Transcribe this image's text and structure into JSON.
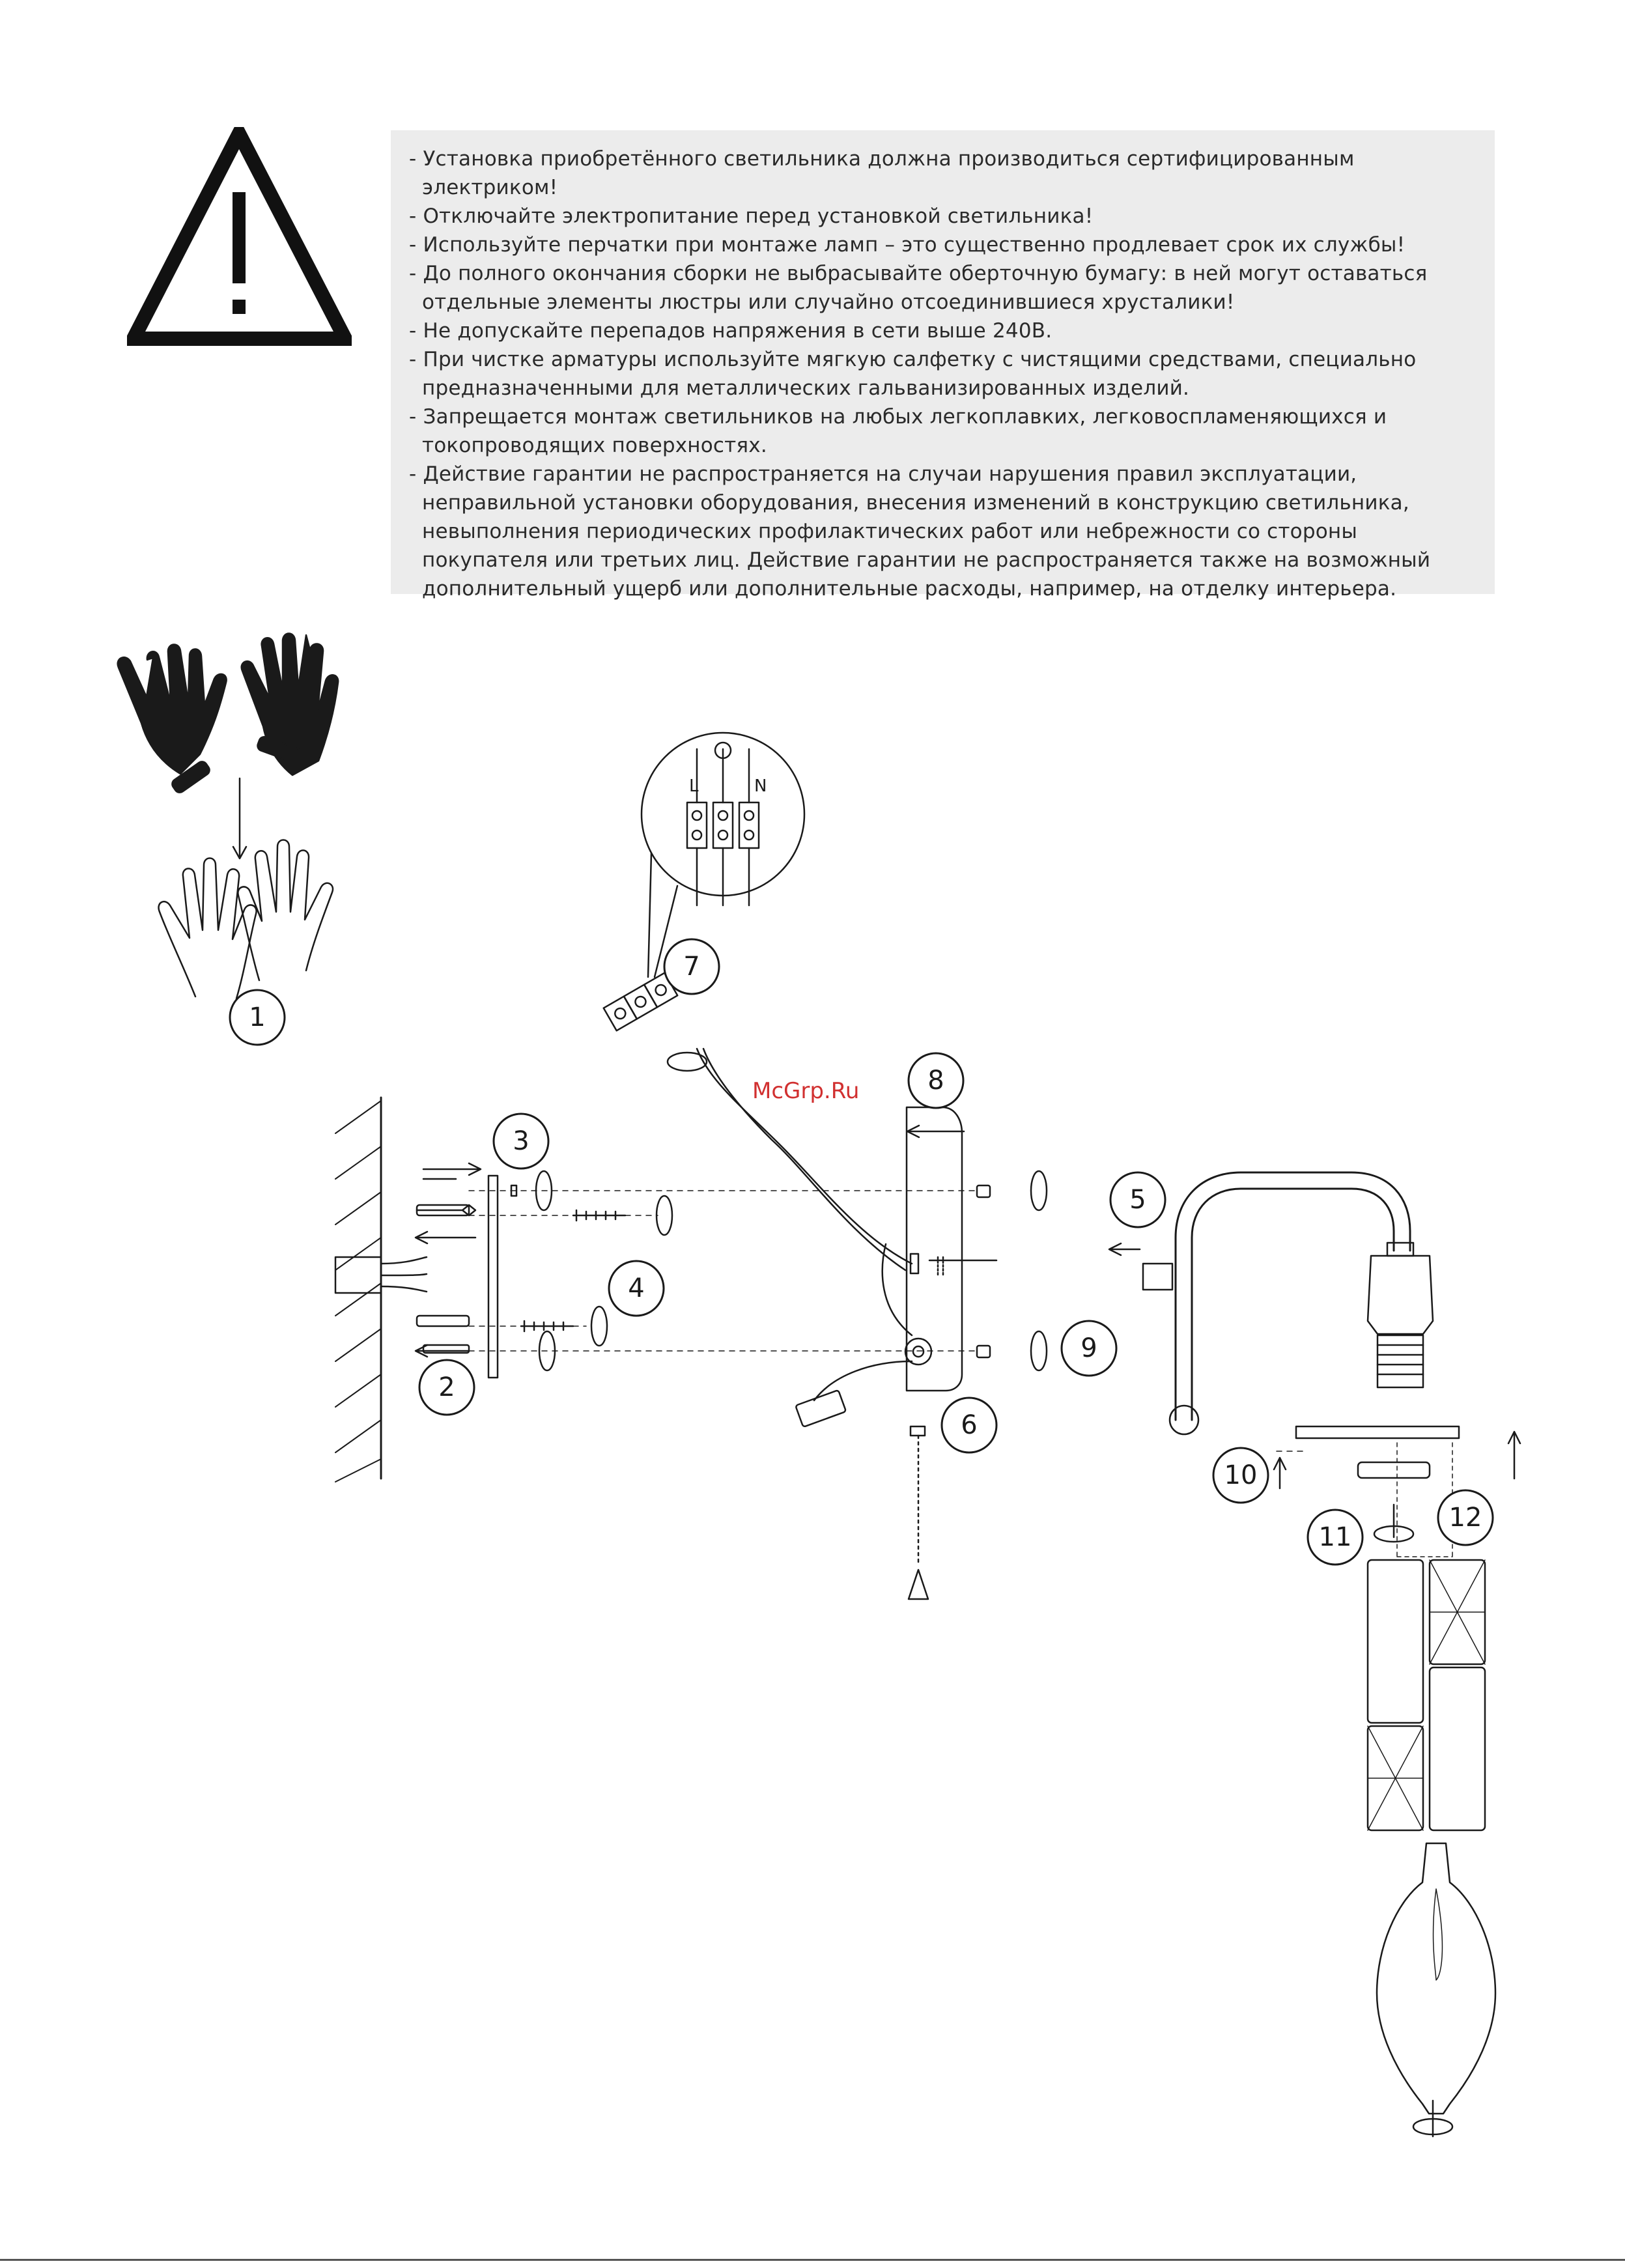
{
  "notice": {
    "items": [
      "- Установка приобретённого светильника должна производиться сертифицированным электриком!",
      "- Отключайте электропитание перед установкой светильника!",
      "- Используйте перчатки при монтаже ламп – это существенно продлевает срок их службы!",
      "- До полного окончания сборки не выбрасывайте оберточную бумагу: в ней могут оставаться отдельные элементы люстры или случайно отсоединившиеся хрусталики!",
      "- Не допускайте перепадов напряжения в сети выше 240В.",
      "- При чистке арматуры используйте мягкую салфетку с чистящими средствами, специально предназначенными для металлических гальванизированных изделий.",
      "- Запрещается монтаж светильников на любых легкоплавких, легковоспламеняющихся и токопроводящих поверхностях.",
      "- Действие гарантии не распространяется на случаи нарушения правил эксплуатации, неправильной установки оборудования, внесения изменений в конструкцию светильника, невыполнения периодических профилактических работ или небрежности со стороны покупателя или третьих лиц. Действие гарантии не распространяется также на возможный дополнительный ущерб или дополнительные расходы, например, на отделку интерьера."
    ]
  },
  "icons": {
    "warning": "warning-triangle-icon",
    "gloves": "gloves-icon"
  },
  "terminal_labels": {
    "left": "L",
    "right": "N"
  },
  "callouts": [
    "1",
    "2",
    "3",
    "4",
    "5",
    "6",
    "7",
    "8",
    "9",
    "10",
    "11",
    "12"
  ],
  "watermark": "McGrp.Ru",
  "colors": {
    "watermark": "#d13030",
    "notice_bg": "#ececec",
    "ink": "#1a1a1a"
  }
}
